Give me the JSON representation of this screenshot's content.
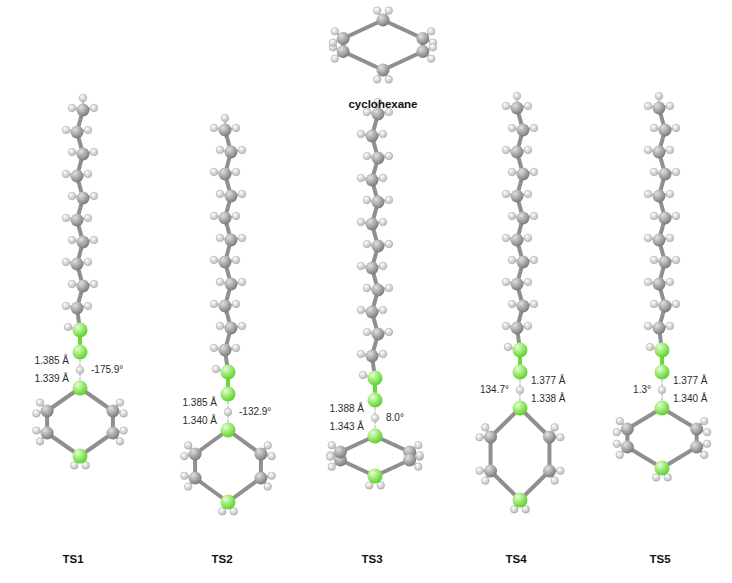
{
  "diagram": {
    "labels": [
      "cyclohexane",
      "1.385 Å",
      "-175.9°",
      "1.339 Å",
      "1.385 Å",
      "-132.9°",
      "1.340 Å",
      "1.388 Å",
      "8.0°",
      "1.343 Å",
      "134.7°",
      "1.377 Å",
      "1.338 Å",
      "1.3°",
      "1.377 Å",
      "1.340 Å",
      "TS1",
      "TS2",
      "TS3",
      "TS4",
      "TS5"
    ]
  }
}
